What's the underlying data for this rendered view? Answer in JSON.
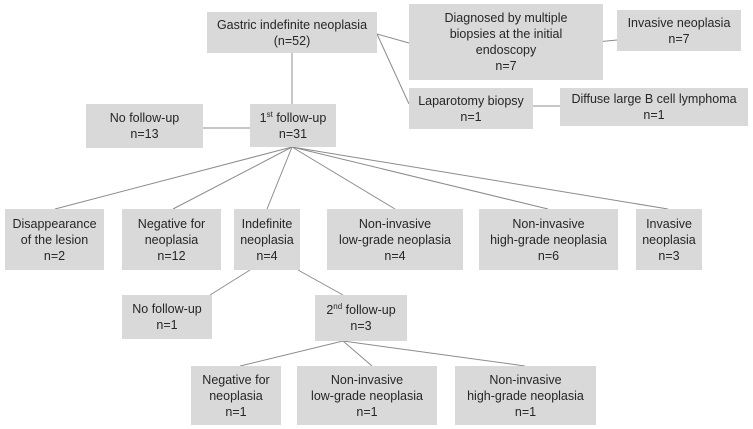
{
  "nodes": {
    "root": {
      "line1": "Gastric indefinite neoplasia",
      "line2": "(n=52)"
    },
    "multi_biopsies": {
      "line1": "Diagnosed by multiple",
      "line2": "biopsies at the initial",
      "line3": "endoscopy",
      "line4": "n=7"
    },
    "invasive_top": {
      "line1": "Invasive neoplasia",
      "line2": "n=7"
    },
    "laparotomy": {
      "line1": "Laparotomy biopsy",
      "line2": "n=1"
    },
    "dlbcl": {
      "line1": "Diffuse large B cell lymphoma",
      "line2": "n=1"
    },
    "no_followup_1": {
      "line1": "No follow-up",
      "line2": "n=13"
    },
    "followup_1": {
      "ordinal": "1",
      "suffix": "st",
      "label": " follow-up",
      "count": "n=31"
    },
    "disappearance": {
      "line1": "Disappearance",
      "line2": "of the lesion",
      "line3": "n=2"
    },
    "negative_1": {
      "line1": "Negative for",
      "line2": "neoplasia",
      "line3": "n=12"
    },
    "indefinite": {
      "line1": "Indefinite",
      "line2": "neoplasia",
      "line3": "n=4"
    },
    "nonivasive_low_1": {
      "line1": "Non-invasive",
      "line2": "low-grade neoplasia",
      "line3": "n=4"
    },
    "nonivasive_high_1": {
      "line1": "Non-invasive",
      "line2": "high-grade neoplasia",
      "line3": "n=6"
    },
    "invasive_1": {
      "line1": "Invasive",
      "line2": "neoplasia",
      "line3": "n=3"
    },
    "no_followup_2": {
      "line1": "No follow-up",
      "line2": "n=1"
    },
    "followup_2": {
      "ordinal": "2",
      "suffix": "nd",
      "label": " follow-up",
      "count": "n=3"
    },
    "negative_2": {
      "line1": "Negative for",
      "line2": "neoplasia",
      "line3": "n=1"
    },
    "noninvasive_low_2": {
      "line1": "Non-invasive",
      "line2": "low-grade neoplasia",
      "line3": "n=1"
    },
    "noninvasive_high_2": {
      "line1": "Non-invasive",
      "line2": "high-grade neoplasia",
      "line3": "n=1"
    }
  },
  "colors": {
    "box": "#d9d9d9",
    "line": "#8c8c8c",
    "text": "#262626"
  }
}
